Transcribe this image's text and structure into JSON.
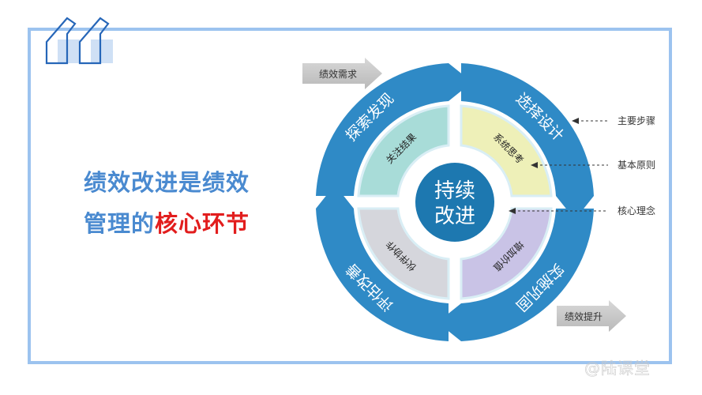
{
  "headline": {
    "line1": "绩效改进是绩效",
    "line2_normal": "管理的",
    "line2_highlight": "核心环节"
  },
  "diagram": {
    "center_label_line1": "持续",
    "center_label_line2": "改进",
    "outer_steps": [
      {
        "label": "探索发现",
        "position": "top-left"
      },
      {
        "label": "选择设计",
        "position": "top-right"
      },
      {
        "label": "实施巩固",
        "position": "bottom-right"
      },
      {
        "label": "评估改善",
        "position": "bottom-left"
      }
    ],
    "inner_principles": [
      {
        "label": "关注结果",
        "color": "#a8dcd8",
        "position": "top-left"
      },
      {
        "label": "系统思考",
        "color": "#eef0b8",
        "position": "top-right"
      },
      {
        "label": "增加价值",
        "color": "#c9c3e6",
        "position": "bottom-right"
      },
      {
        "label": "伙伴协作",
        "color": "#d5d6dc",
        "position": "bottom-left"
      }
    ],
    "input_arrow": "绩效需求",
    "output_arrow": "绩效提升",
    "legend": [
      {
        "label": "主要步骤"
      },
      {
        "label": "基本原则"
      },
      {
        "label": "核心理念"
      }
    ]
  },
  "colors": {
    "frame": "#9cc3ef",
    "ring_blue": "#2f8ac6",
    "core_blue": "#1d78b0",
    "headline_blue": "#4a8ad0",
    "headline_red": "#e21d1d"
  },
  "watermark": "@陆课堂"
}
